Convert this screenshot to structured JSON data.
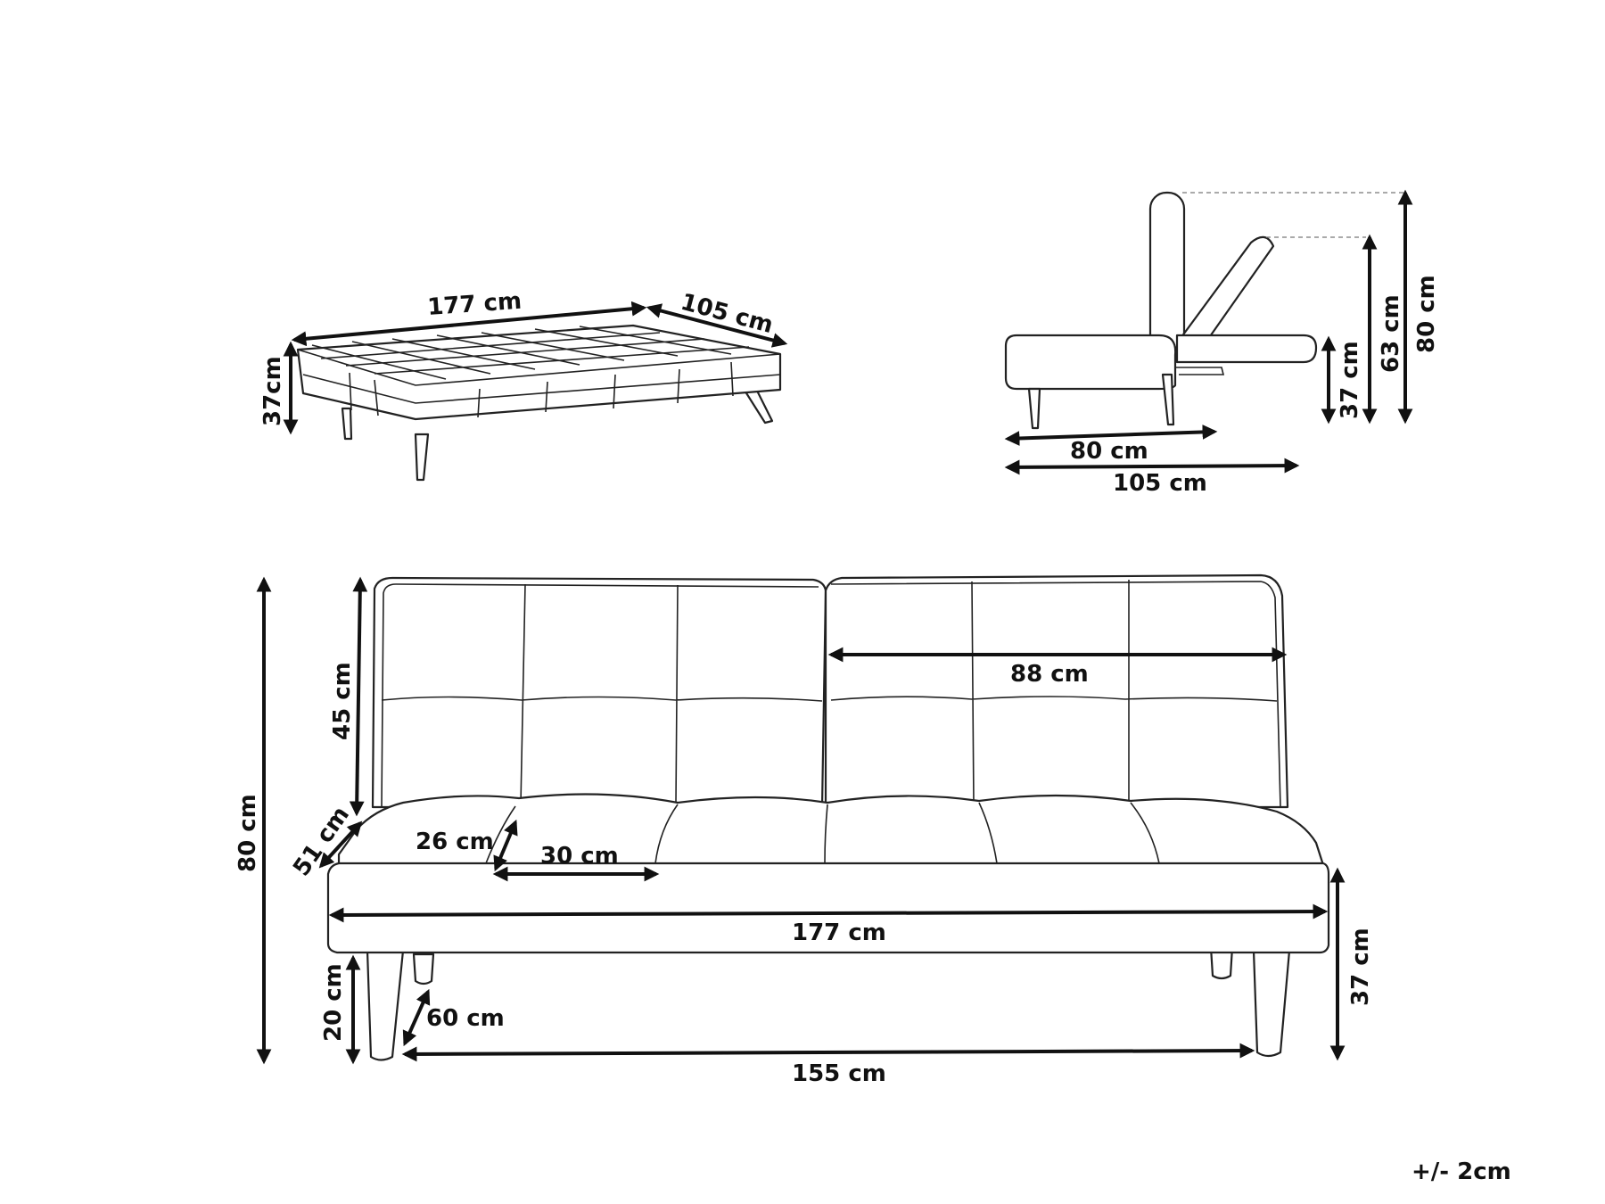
{
  "top_view": {
    "length": "177 cm",
    "depth": "105 cm",
    "height": "37cm"
  },
  "side_view": {
    "seat_depth": "80 cm",
    "bed_depth": "105 cm",
    "seat_height": "37 cm",
    "recline_height": "63 cm",
    "total_height": "80 cm"
  },
  "front_view": {
    "backrest_width": "88 cm",
    "backrest_height": "45 cm",
    "armrest_depth": "51 cm",
    "cushion_height": "26 cm",
    "cushion_width": "30 cm",
    "total_width": "177 cm",
    "total_height": "80 cm",
    "seat_height": "37 cm",
    "leg_height": "20 cm",
    "leg_depth": "60 cm",
    "leg_span": "155 cm"
  },
  "tolerance": "+/- 2cm"
}
